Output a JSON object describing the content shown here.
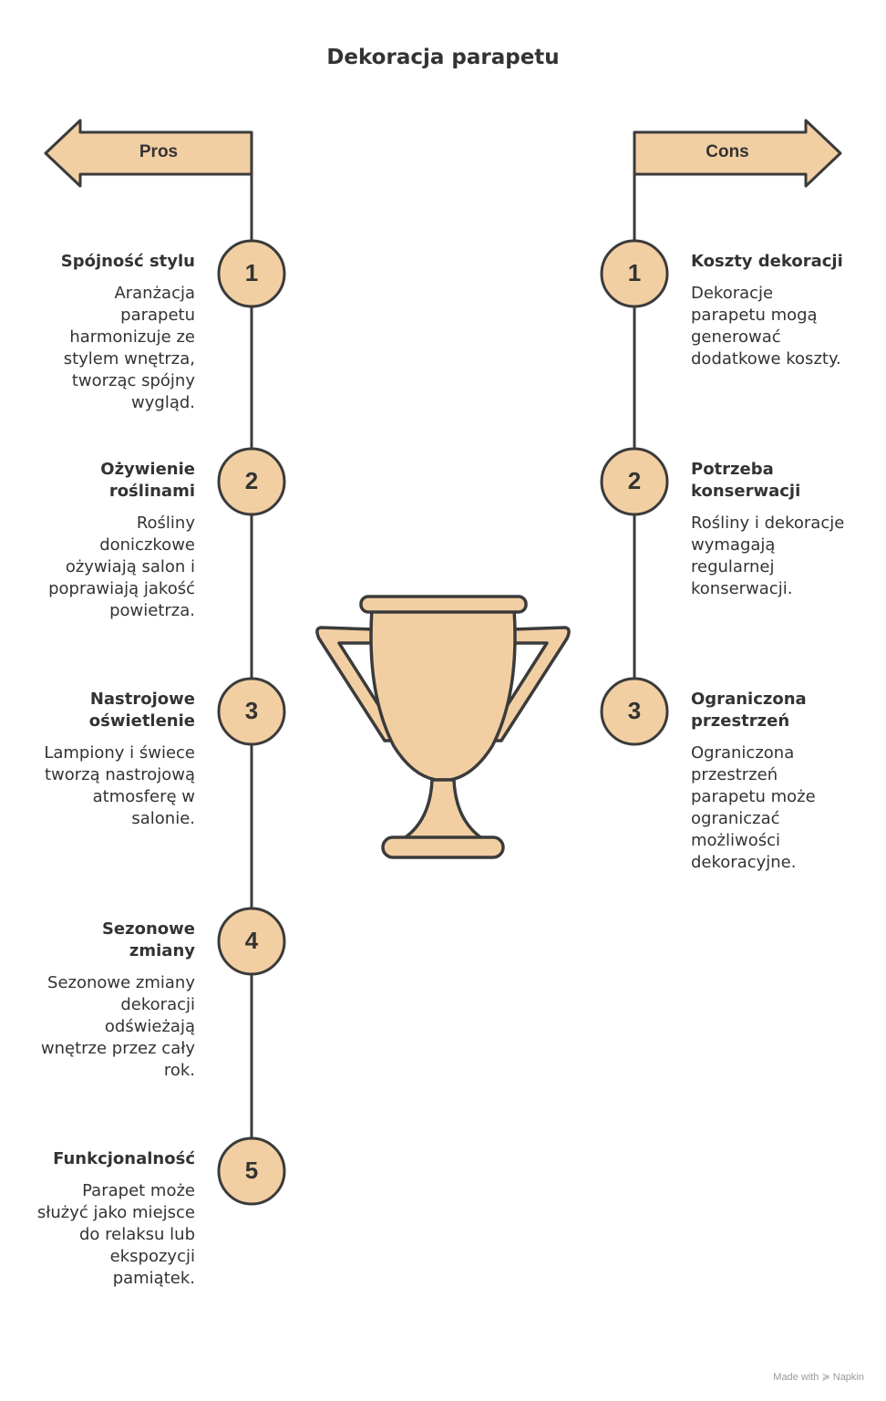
{
  "title": "Dekoracja parapetu",
  "colors": {
    "fill": "#F2CFA3",
    "stroke": "#3B3B3B",
    "text": "#333333"
  },
  "pros": {
    "label": "Pros",
    "items": [
      {
        "number": "1",
        "title": "Spójność stylu",
        "desc": "Aranżacja parapetu harmonizuje ze stylem wnętrza, tworząc spójny wygląd."
      },
      {
        "number": "2",
        "title": "Ożywienie roślinami",
        "desc": "Rośliny doniczkowe ożywiają salon i poprawiają jakość powietrza."
      },
      {
        "number": "3",
        "title": "Nastrojowe oświetlenie",
        "desc": "Lampiony i świece tworzą nastrojową atmosferę w salonie."
      },
      {
        "number": "4",
        "title": "Sezonowe zmiany",
        "desc": "Sezonowe zmiany dekoracji odświeżają wnętrze przez cały rok."
      },
      {
        "number": "5",
        "title": "Funkcjonalność",
        "desc": "Parapet może służyć jako miejsce do relaksu lub ekspozycji pamiątek."
      }
    ]
  },
  "cons": {
    "label": "Cons",
    "items": [
      {
        "number": "1",
        "title": "Koszty dekoracji",
        "desc": "Dekoracje parapetu mogą generować dodatkowe koszty."
      },
      {
        "number": "2",
        "title": "Potrzeba konserwacji",
        "desc": "Rośliny i dekoracje wymagają regularnej konserwacji."
      },
      {
        "number": "3",
        "title": "Ograniczona przestrzeń",
        "desc": "Ograniczona przestrzeń parapetu może ograniczać możliwości dekoracyjne."
      }
    ]
  },
  "center_icon": "trophy-icon",
  "footer": "Made with ≽ Napkin"
}
